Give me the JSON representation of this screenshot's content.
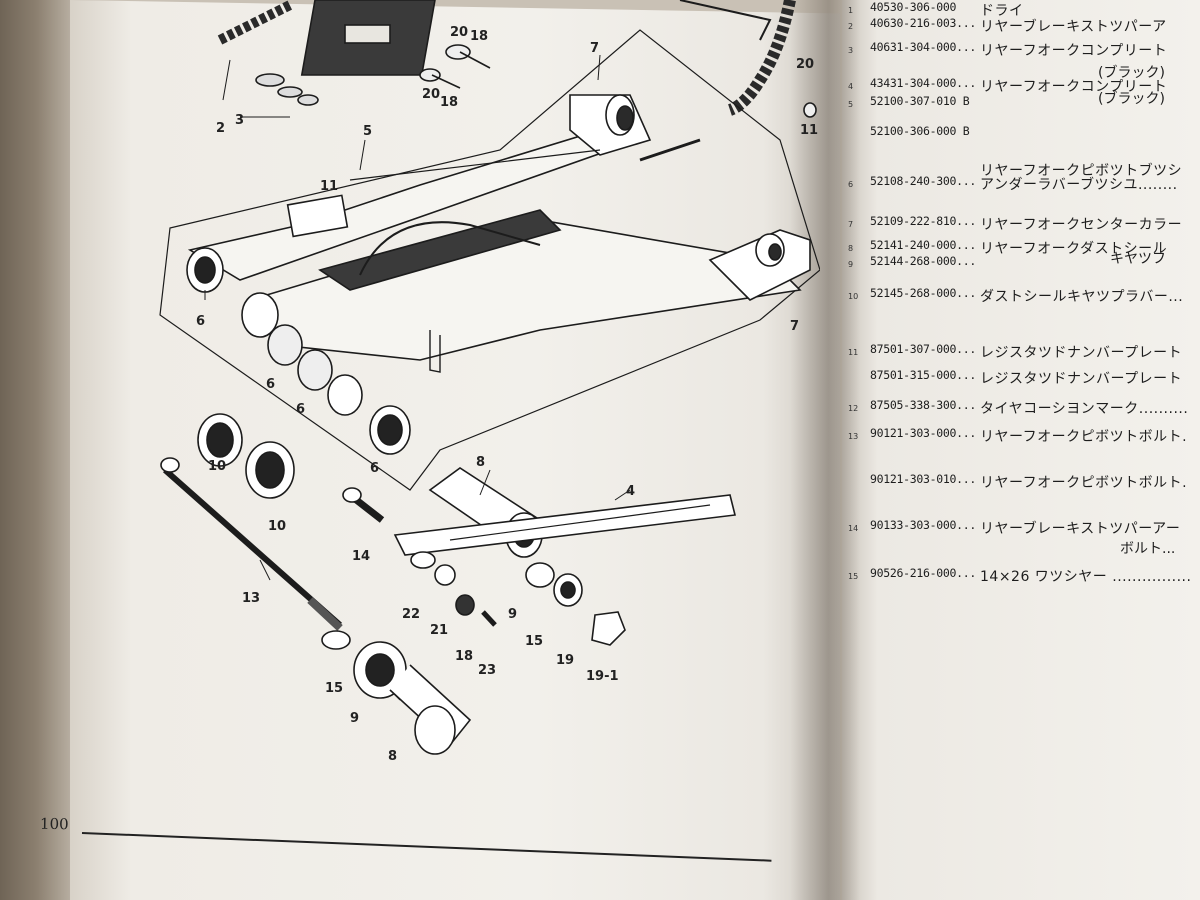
{
  "page": {
    "number": "100"
  },
  "diagram": {
    "callouts": [
      {
        "id": "c-7a",
        "text": "7"
      },
      {
        "id": "c-20a",
        "text": "20"
      },
      {
        "id": "c-18a",
        "text": "18"
      },
      {
        "id": "c-20b",
        "text": "20"
      },
      {
        "id": "c-18b",
        "text": "18"
      },
      {
        "id": "c-2",
        "text": "2"
      },
      {
        "id": "c-3",
        "text": "3"
      },
      {
        "id": "c-5",
        "text": "5"
      },
      {
        "id": "c-20c",
        "text": "20"
      },
      {
        "id": "c-11a",
        "text": "11"
      },
      {
        "id": "c-11b",
        "text": "11"
      },
      {
        "id": "c-6a",
        "text": "6"
      },
      {
        "id": "c-6b",
        "text": "6"
      },
      {
        "id": "c-6c",
        "text": "6"
      },
      {
        "id": "c-6d",
        "text": "6"
      },
      {
        "id": "c-7b",
        "text": "7"
      },
      {
        "id": "c-10a",
        "text": "10"
      },
      {
        "id": "c-10b",
        "text": "10"
      },
      {
        "id": "c-8a",
        "text": "8"
      },
      {
        "id": "c-4",
        "text": "4"
      },
      {
        "id": "c-14",
        "text": "14"
      },
      {
        "id": "c-13",
        "text": "13"
      },
      {
        "id": "c-22",
        "text": "22"
      },
      {
        "id": "c-21",
        "text": "21"
      },
      {
        "id": "c-9a",
        "text": "9"
      },
      {
        "id": "c-18c",
        "text": "18"
      },
      {
        "id": "c-23",
        "text": "23"
      },
      {
        "id": "c-15a",
        "text": "15"
      },
      {
        "id": "c-19",
        "text": "19"
      },
      {
        "id": "c-19-1",
        "text": "19-1"
      },
      {
        "id": "c-15b",
        "text": "15"
      },
      {
        "id": "c-9b",
        "text": "9"
      },
      {
        "id": "c-8b",
        "text": "8"
      }
    ]
  },
  "parts_list": [
    {
      "ref": "1",
      "part_no": "40530-306-000",
      "desc": "ドライ"
    },
    {
      "ref": "2",
      "part_no": "40630-216-003...",
      "desc": "リヤーブレーキストツパーア"
    },
    {
      "ref": "3",
      "part_no": "40631-304-000...",
      "desc": "リヤーフオークコンプリート",
      "desc2": "(ブラック)"
    },
    {
      "ref": "4",
      "part_no": "43431-304-000...",
      "desc": "リヤーフオークコンプリート"
    },
    {
      "ref": "5",
      "part_no": "52100-307-010 B",
      "desc": "",
      "desc2": "(ブラック)"
    },
    {
      "ref": "",
      "part_no": "52100-306-000 B",
      "desc": ""
    },
    {
      "ref": "",
      "part_no": "",
      "desc": "リヤーフオークピボツトブツシ"
    },
    {
      "ref": "6",
      "part_no": "52108-240-300...",
      "desc": "アンダーラバーブツシユ........"
    },
    {
      "ref": "7",
      "part_no": "52109-222-810...",
      "desc": "リヤーフオークセンターカラー"
    },
    {
      "ref": "8",
      "part_no": "52141-240-000...",
      "desc": "リヤーフオークダストシール"
    },
    {
      "ref": "9",
      "part_no": "52144-268-000...",
      "desc": "",
      "desc2": "キヤツフ"
    },
    {
      "ref": "10",
      "part_no": "52145-268-000...",
      "desc": "ダストシールキヤツプラバー..."
    },
    {
      "ref": "11",
      "part_no": "87501-307-000...",
      "desc": "レジスタツドナンバープレート"
    },
    {
      "ref": "",
      "part_no": "87501-315-000...",
      "desc": "レジスタツドナンバープレート"
    },
    {
      "ref": "12",
      "part_no": "87505-338-300...",
      "desc": "タイヤコーシヨンマーク.........."
    },
    {
      "ref": "13",
      "part_no": "90121-303-000...",
      "desc": "リヤーフオークピボツトボルト."
    },
    {
      "ref": "",
      "part_no": "90121-303-010...",
      "desc": "リヤーフオークピボツトボルト."
    },
    {
      "ref": "14",
      "part_no": "90133-303-000...",
      "desc": "リヤーブレーキストツパーアー",
      "desc2": "ボルト..."
    },
    {
      "ref": "15",
      "part_no": "90526-216-000...",
      "desc": "14×26 ワツシヤー ................"
    }
  ]
}
